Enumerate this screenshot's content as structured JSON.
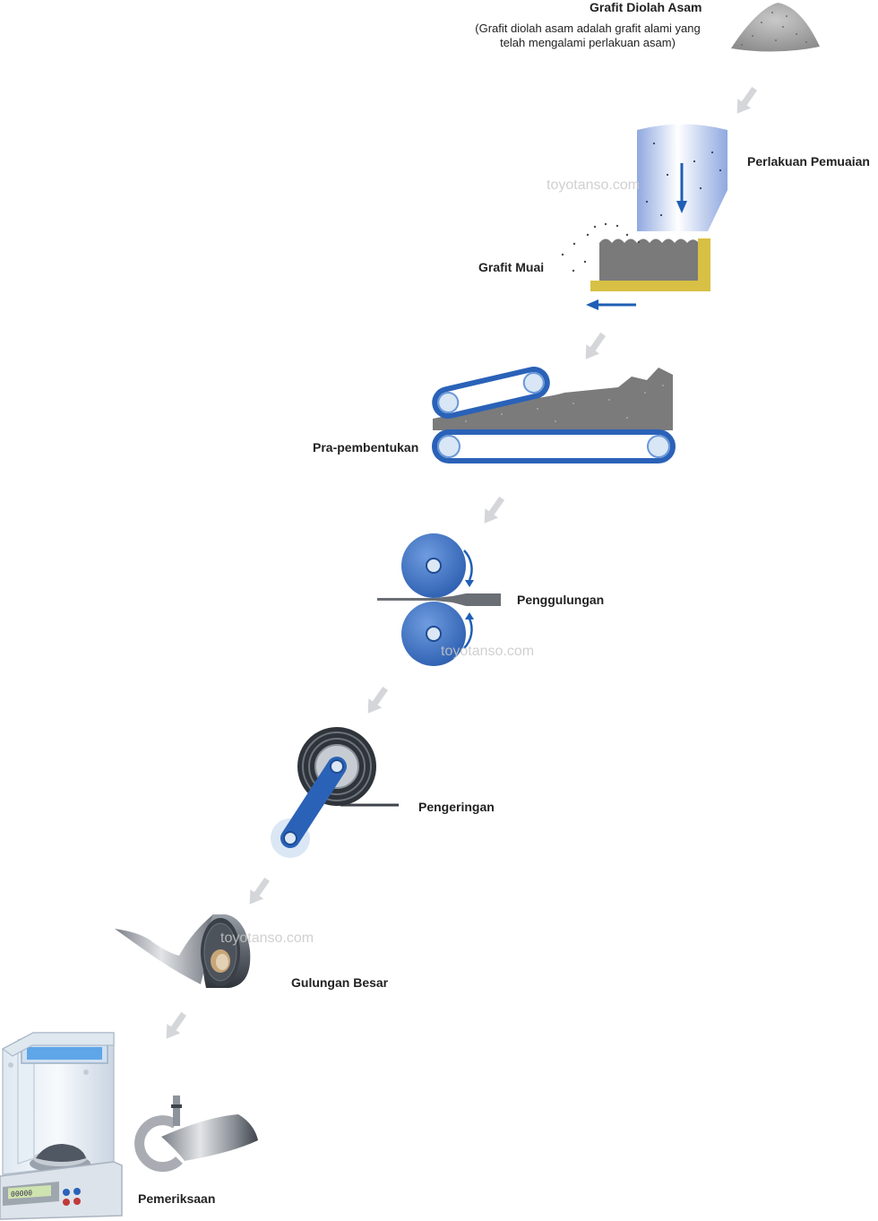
{
  "steps": {
    "acid_graphite": {
      "title": "Grafit Diolah Asam",
      "description_line1": "(Grafit diolah asam adalah grafit alami yang",
      "description_line2": "telah mengalami perlakuan asam)"
    },
    "expansion": {
      "label": "Perlakuan Pemuaian"
    },
    "expanded": {
      "label": "Grafit Muai"
    },
    "preforming": {
      "label": "Pra-pembentukan"
    },
    "rolling": {
      "label": "Penggulungan"
    },
    "drying": {
      "label": "Pengeringan"
    },
    "big_roll": {
      "label": "Gulungan Besar"
    },
    "inspection": {
      "label": "Pemeriksaan"
    }
  },
  "balance_display": "00000",
  "watermark": "toyotanso.com",
  "colors": {
    "blue": "#1f5fb5",
    "light_blue": "#6a98d8",
    "gray": "#7d7d7d",
    "arrow": "#d4d6d9",
    "tray": "#d8c044"
  }
}
